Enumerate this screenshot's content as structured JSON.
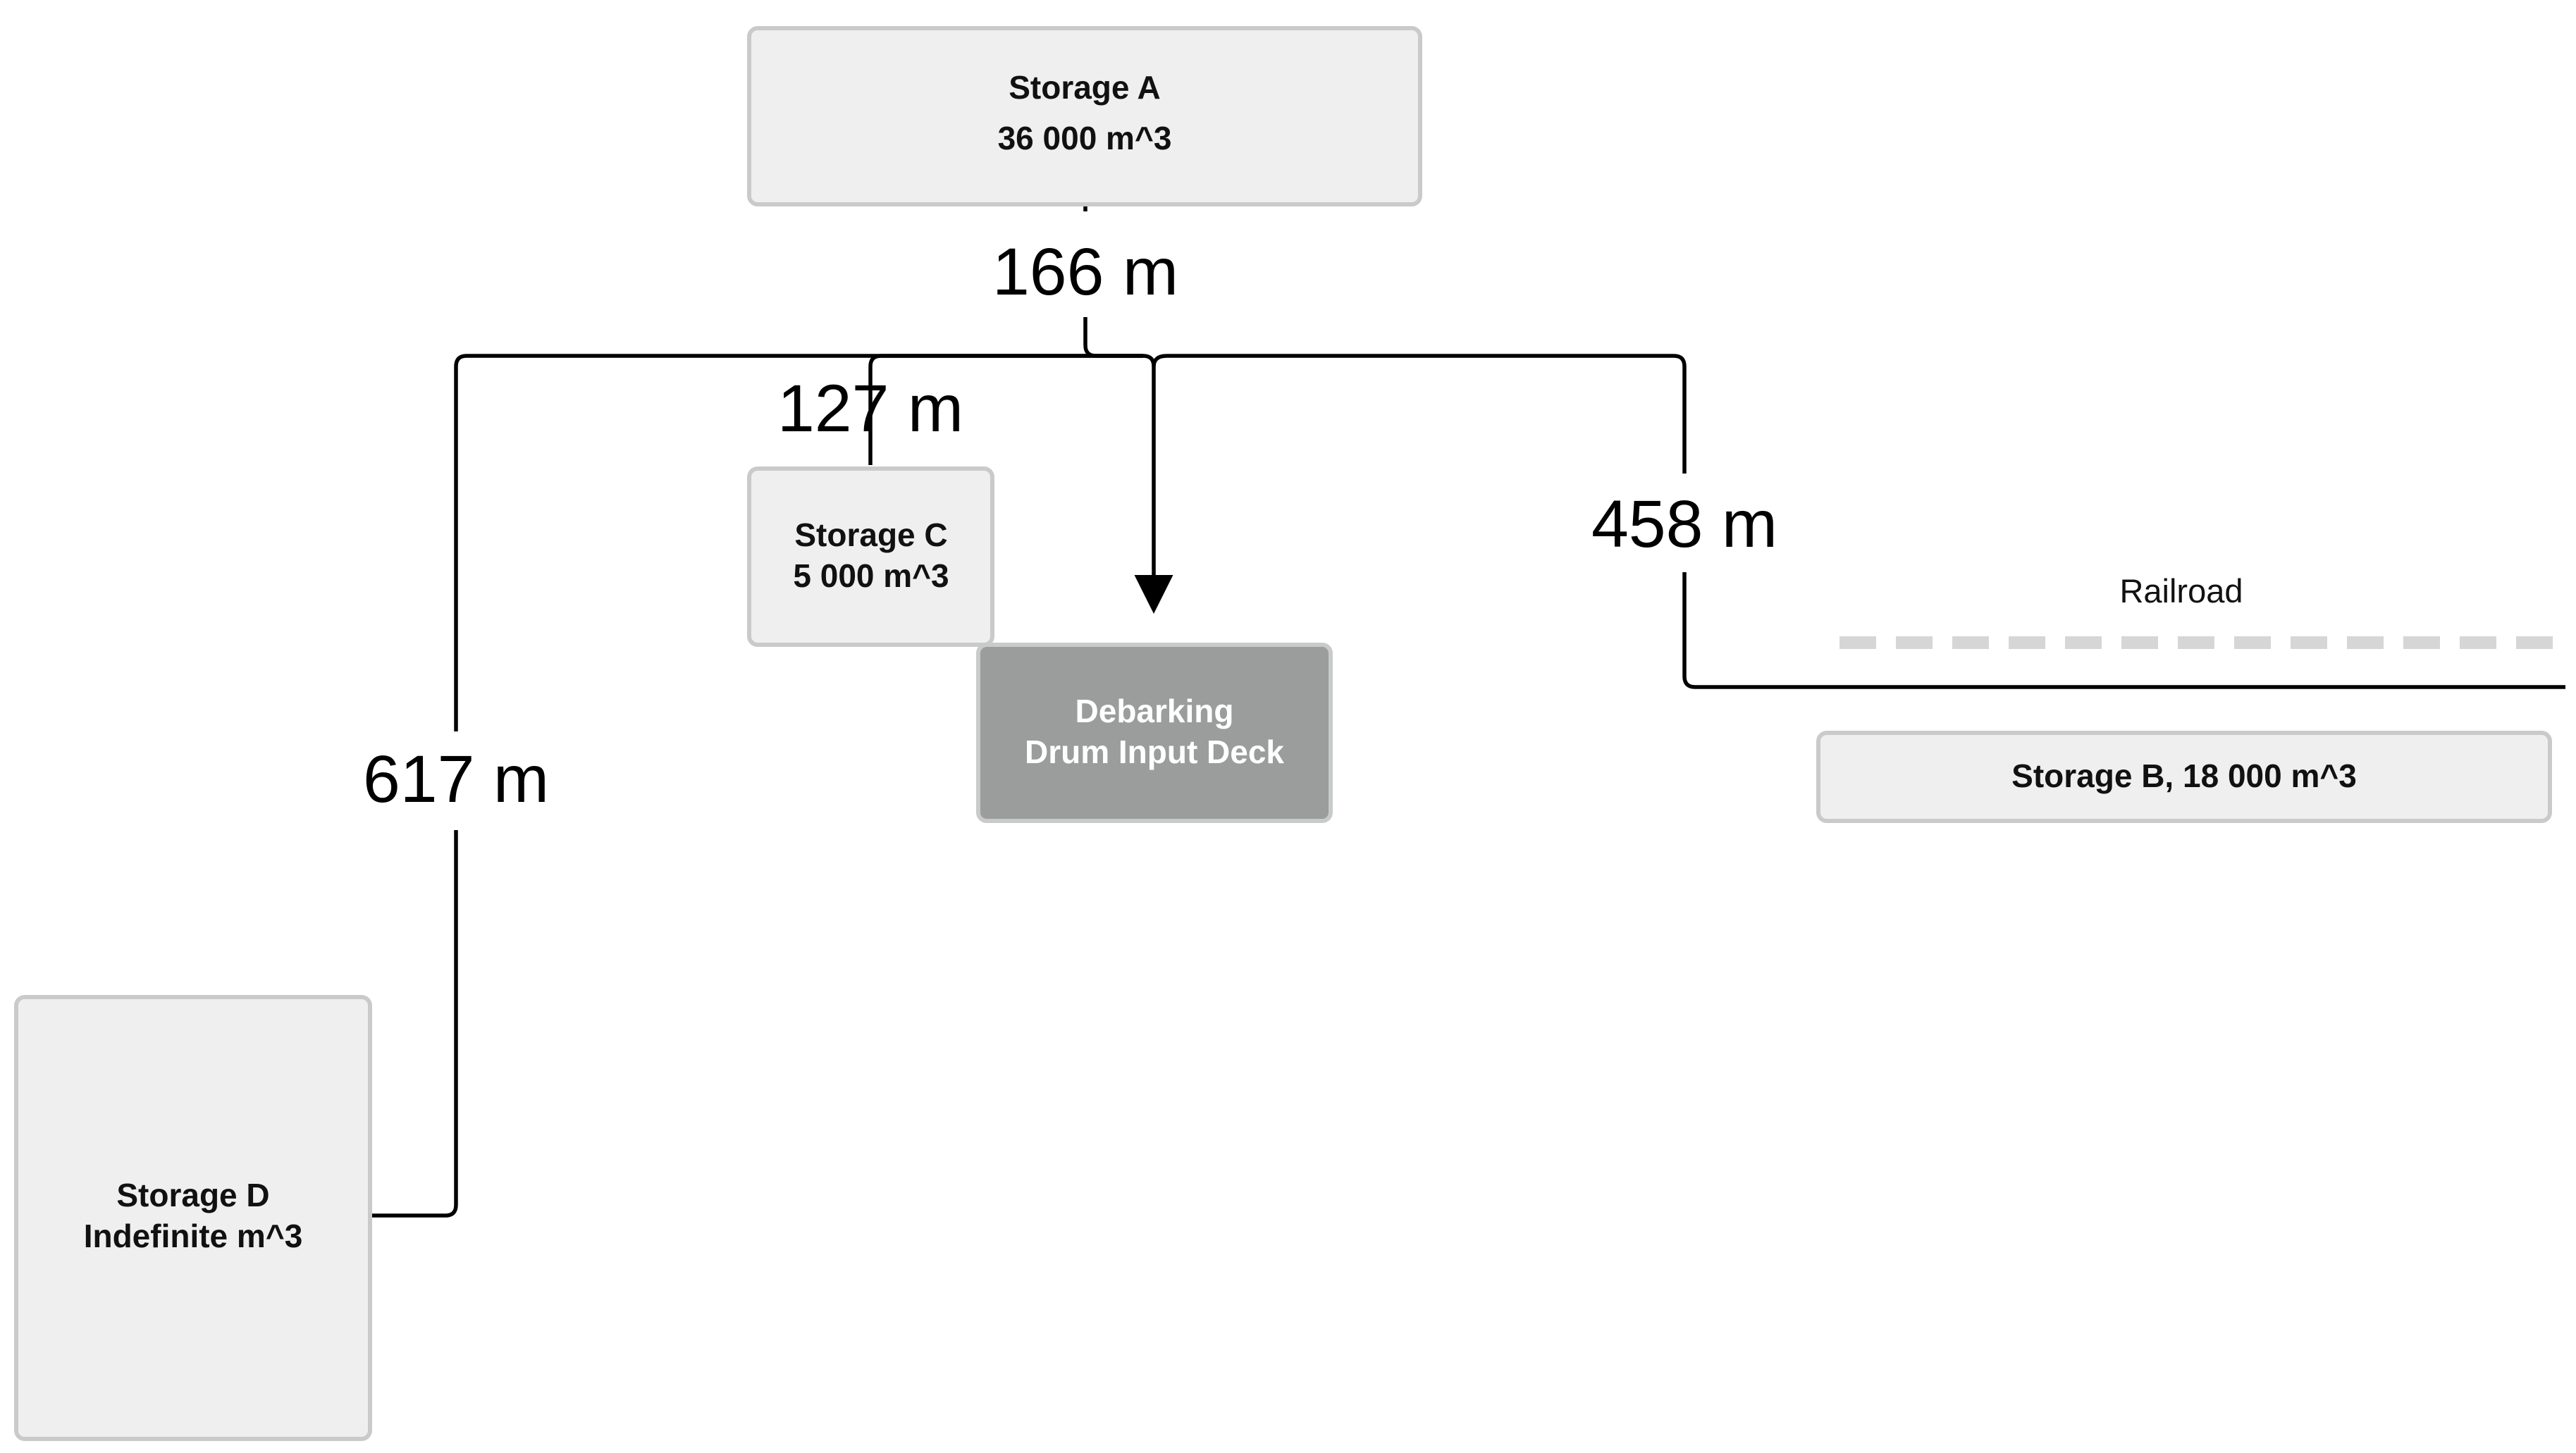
{
  "nodes": {
    "storage_a": {
      "line1": "Storage A",
      "line2": "36 000 m^3"
    },
    "storage_c": {
      "line1": "Storage C",
      "line2": "5 000 m^3"
    },
    "debarking": {
      "line1": "Debarking",
      "line2": "Drum Input Deck"
    },
    "storage_b": {
      "line1": "Storage B, 18 000 m^3"
    },
    "storage_d": {
      "line1": "Storage D",
      "line2": "Indefinite m^3"
    }
  },
  "distances": {
    "a_to_deck": "166 m",
    "c_to_deck": "127 m",
    "b_to_deck": "458 m",
    "d_to_deck": "617 m"
  },
  "railroad": {
    "label": "Railroad"
  },
  "colors": {
    "node_fill": "#eeefee",
    "node_stroke": "#c9cbca",
    "deck_fill": "#9b9d9c",
    "edge": "#000000",
    "rail": "#d6d6d6"
  }
}
